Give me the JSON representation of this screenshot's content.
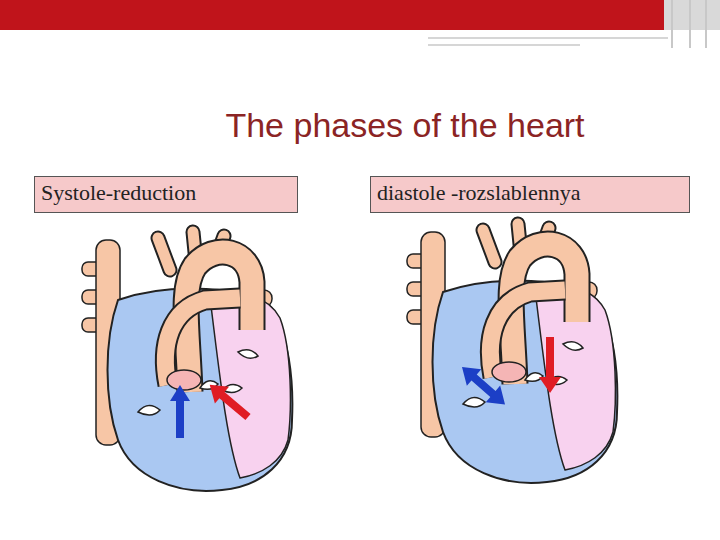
{
  "diagram": {
    "title": "The phases of the heart",
    "nodes": [
      {
        "text": [
          "Systole-reduction"
        ]
      },
      {
        "text": [
          "diastole -rozslablennya"
        ]
      }
    ]
  }
}
